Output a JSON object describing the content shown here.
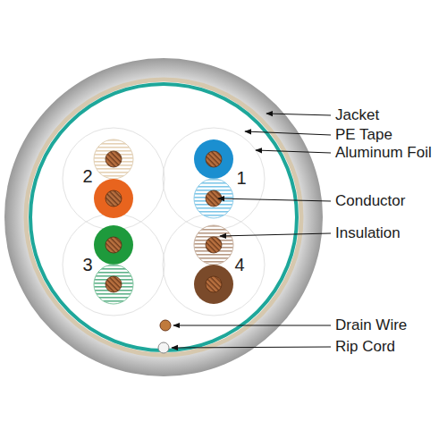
{
  "diagram": {
    "labels": [
      "Jacket",
      "PE Tape",
      "Aluminum Foil",
      "2",
      "1",
      "Conductor",
      "Insulation",
      "3",
      "4",
      "Drain Wire",
      "Rip Cord"
    ]
  }
}
